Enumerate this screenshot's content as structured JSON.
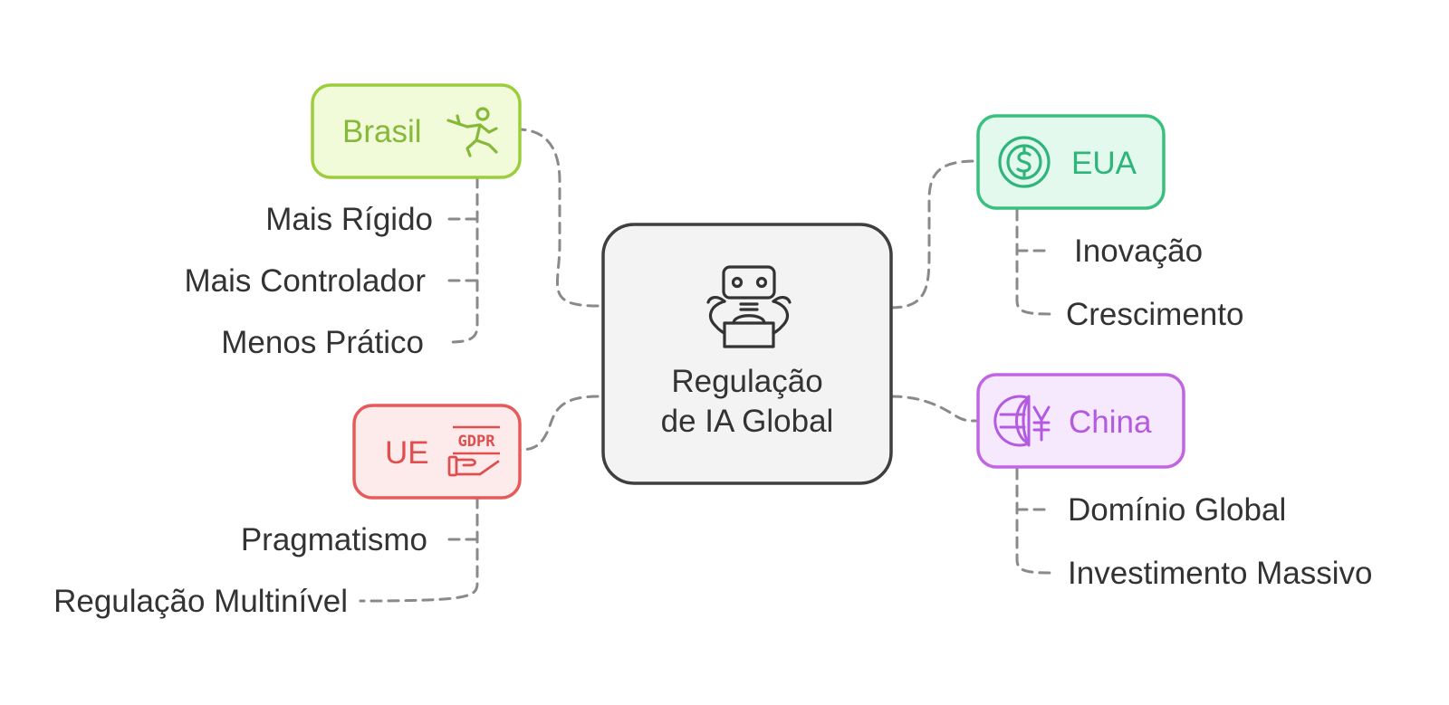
{
  "center": {
    "line1": "Regulação",
    "line2": "de IA Global",
    "icon": "robot-icon"
  },
  "colors": {
    "center_fill": "#f3f3f3",
    "center_stroke": "#3f3f3f",
    "brasil_fill": "#f2fbd9",
    "brasil_stroke": "#9ccd3d",
    "brasil_text": "#86b83a",
    "ue_fill": "#fdeaea",
    "ue_stroke": "#e75a5a",
    "ue_text": "#df4f4f",
    "eua_fill": "#e3f9ee",
    "eua_stroke": "#39c07f",
    "eua_text": "#2fb57a",
    "china_fill": "#f6e8fd",
    "china_stroke": "#c066e3",
    "china_text": "#b35ae0",
    "connector": "#8a8a8a"
  },
  "branches": {
    "brasil": {
      "label": "Brasil",
      "icon": "fencer-icon",
      "items": [
        "Mais Rígido",
        "Mais Controlador",
        "Menos Prático"
      ]
    },
    "ue": {
      "label": "UE",
      "icon": "gdpr-hand-icon",
      "icon_text": "GDPR",
      "items": [
        "Pragmatismo",
        "Regulação Multinível"
      ]
    },
    "eua": {
      "label": "EUA",
      "icon": "dollar-coin-icon",
      "items": [
        "Inovação",
        "Crescimento"
      ]
    },
    "china": {
      "label": "China",
      "icon": "globe-yen-icon",
      "items": [
        "Domínio Global",
        "Investimento Massivo"
      ]
    }
  }
}
